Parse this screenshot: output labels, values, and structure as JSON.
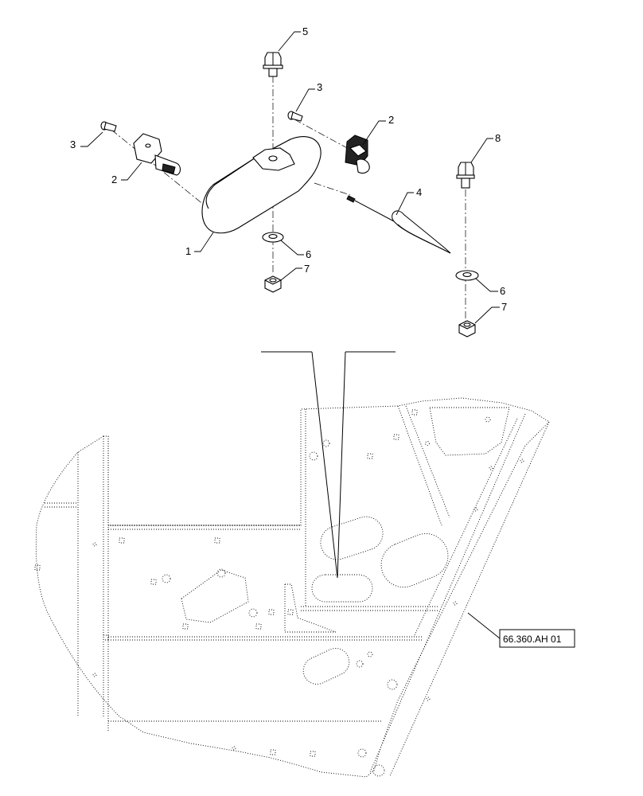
{
  "callouts": {
    "c1": "1",
    "c2a": "2",
    "c2b": "2",
    "c3a": "3",
    "c3b": "3",
    "c4": "4",
    "c5": "5",
    "c6a": "6",
    "c6b": "6",
    "c7a": "7",
    "c7b": "7",
    "c8": "8"
  },
  "reference": {
    "label": "66.360.AH 01"
  }
}
